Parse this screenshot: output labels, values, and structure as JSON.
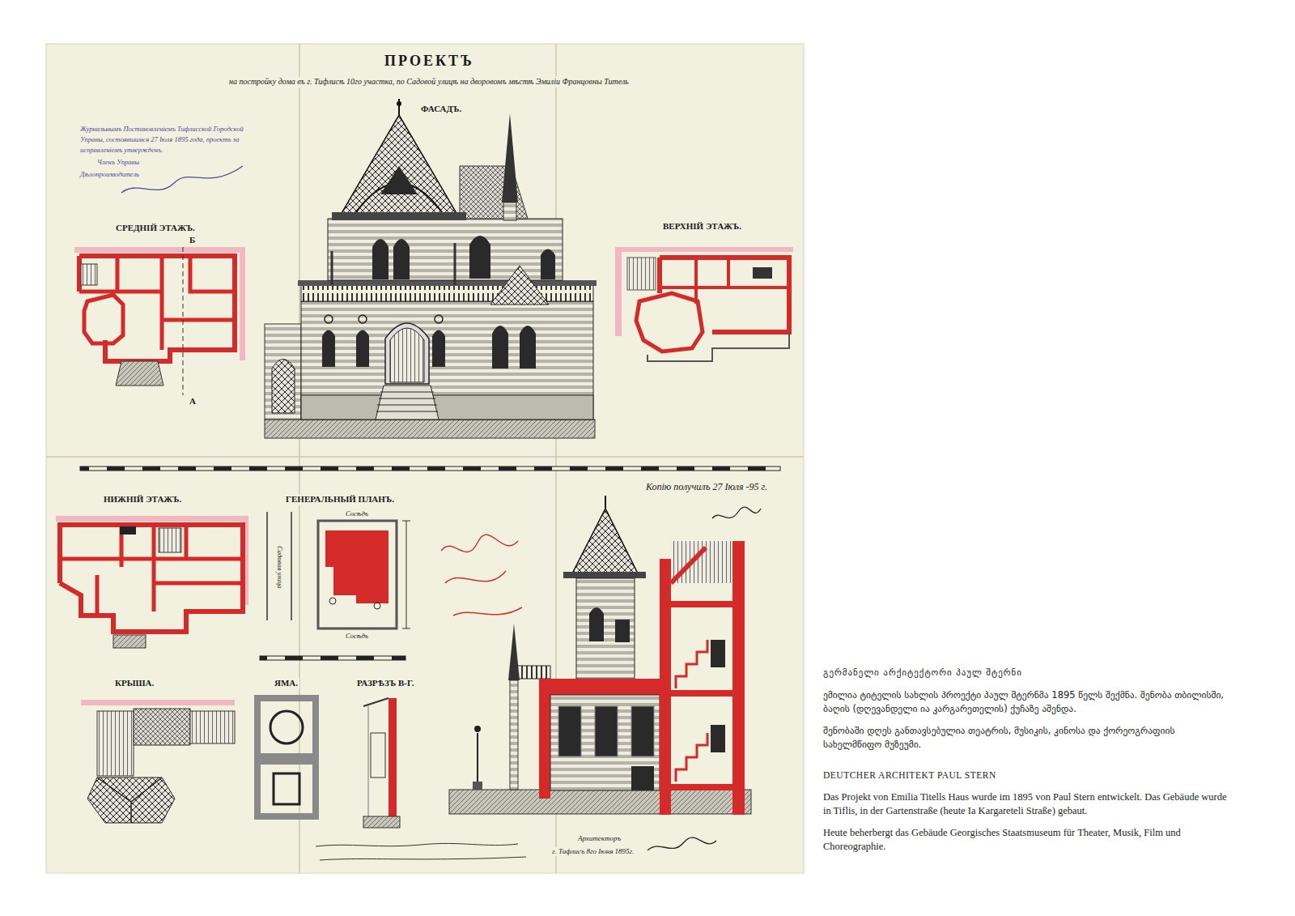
{
  "diagram": {
    "title": "ПРОЕКТЪ",
    "labels": [
      "на постройку дома въ г. Тифлисѣ 10го участка, по Садовой улицѣ на дворовомъ мѣстѣ Эмиліи Францовны Титель",
      "ФАСАДЪ.",
      "Журнальнымъ Постановленіемъ Тифлисской Городской Управы, состоявшимся 27 Іюля 1895 года, проектъ за исправленіемъ утвержденъ.",
      "Членъ Управы",
      "Дѣлопроизводитель",
      "СРЕДНІЙ ЭТАЖЪ.",
      "ВЕРХНІЙ ЭТАЖЪ.",
      "НИЖНІЙ ЭТАЖЪ.",
      "ГЕНЕРАЛЬНЫЙ ПЛАНЪ.",
      "Садовая улица",
      "Сосѣдъ",
      "Сосѣдъ",
      "Копію получилъ 27 Іюля -95 г.",
      "КРЫША.",
      "ЯМА.",
      "РАЗРѢЗЪ В-Г.",
      "Архитекторъ",
      "г. Тифлисъ 8го Іюня 1895г.",
      "А",
      "Б",
      "გერმანელი არქიტექტორი პაულ შტერნი",
      "ემილია ტიტელის სახლის პროექტი პაულ შტერნმა 1895 წელს შექმნა. შენობა თბილისში, ბაღის (დღევანდელი ია კარგარეთელის) ქუჩაზე აშენდა.",
      "შენობაში დღეს განთავსებულია თეატრის, მუსიკის, კინოსა და ქორეოგრაფიის სახელმწიფო მუზეუმი.",
      "DEUTCHER ARCHITEKT PAUL STERN",
      "Das Projekt von Emilia Titells Haus wurde im 1895 von Paul Stern entwickelt. Das Gebäude wurde in Tiflis, in der Gartenstraße (heute Ia Kargareteli Straße) gebaut.",
      "Heute beherbergt das Gebäude Georgisches Staatsmuseum für Theater, Musik, Film und Choreographie."
    ]
  }
}
